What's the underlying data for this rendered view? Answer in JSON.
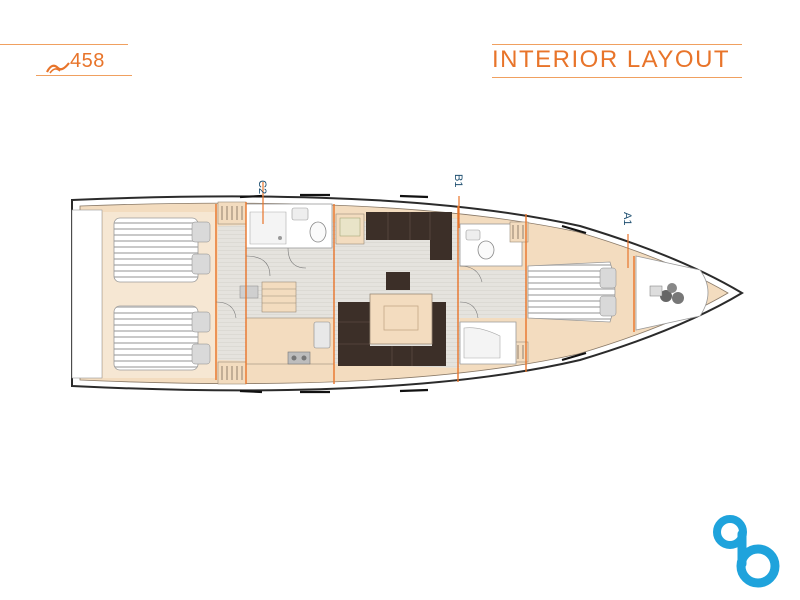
{
  "header": {
    "model_number": "458",
    "title": "INTERIOR LAYOUT"
  },
  "diagram": {
    "cabins": [
      {
        "label": "C2"
      },
      {
        "label": "B1"
      },
      {
        "label": "A1"
      }
    ]
  },
  "icons": {
    "model_logo": "wave-logo-icon",
    "brand_logo": "b-brand-logo-icon"
  },
  "colors": {
    "accent": "#e8742a",
    "wood": "#f3dcbf",
    "dark_upholstery": "#3c2f28",
    "floor": "#e3e1dc",
    "hull_outline": "#2b2b2b",
    "brand_blue": "#1fa3dc",
    "label_blue": "#1e4f70"
  }
}
